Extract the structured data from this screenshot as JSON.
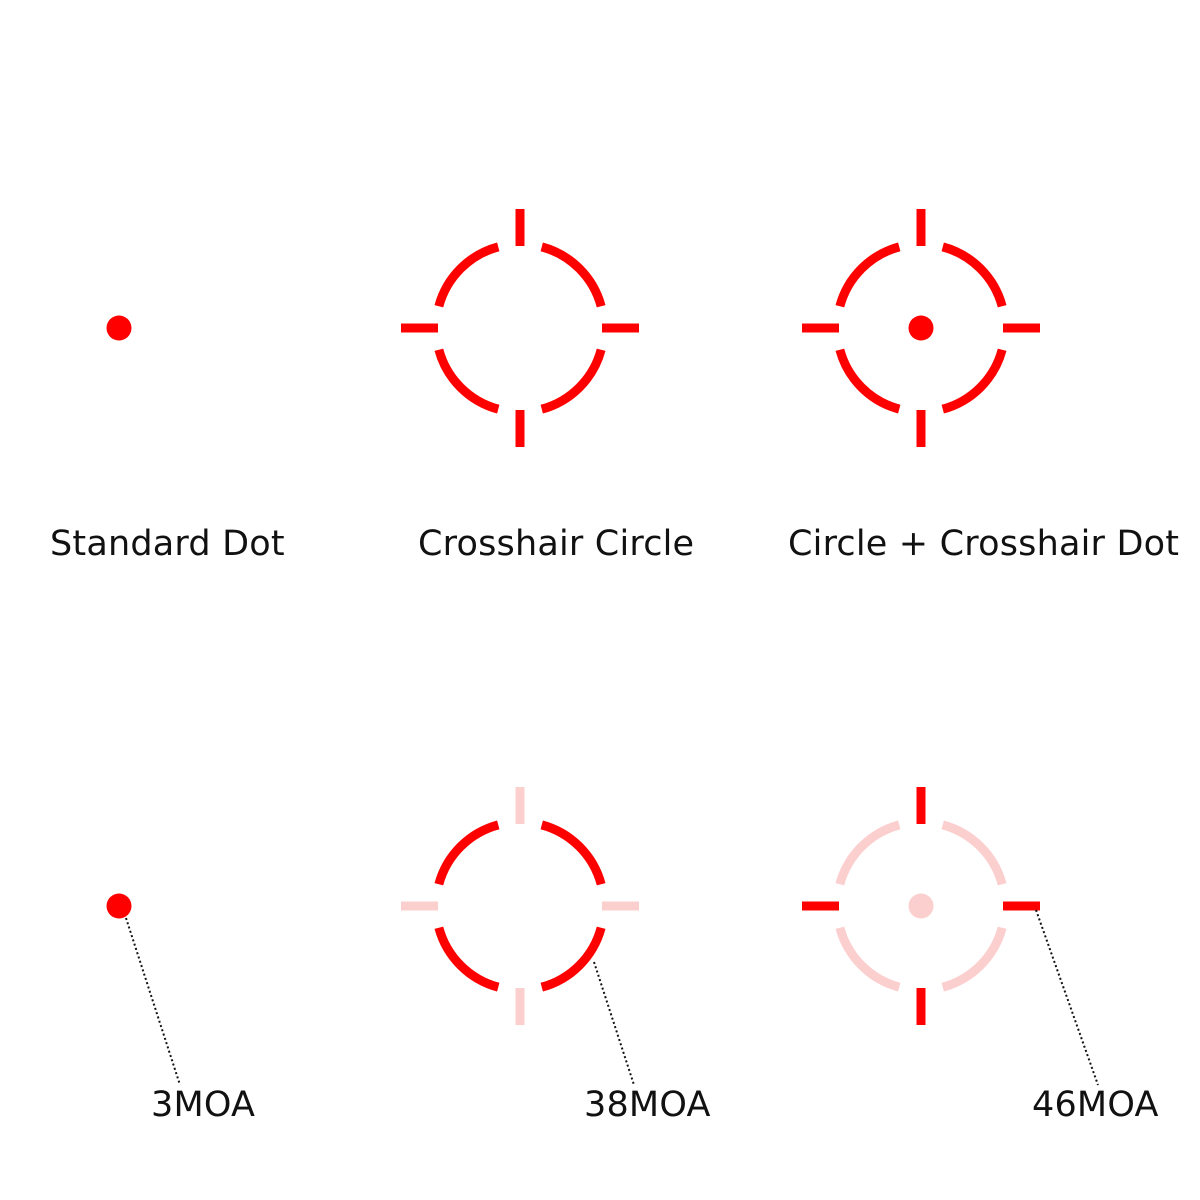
{
  "colors": {
    "active": "#ff0000",
    "inactive": "#fccfcf",
    "leader": "#111111",
    "text": "#111111"
  },
  "reticle_types": [
    {
      "label": "Standard Dot",
      "elements": [
        "center-dot"
      ]
    },
    {
      "label": "Crosshair Circle",
      "elements": [
        "circle-arcs",
        "crosshair-ticks"
      ]
    },
    {
      "label": "Circle + Crosshair Dot",
      "elements": [
        "circle-arcs",
        "crosshair-ticks",
        "center-dot"
      ]
    }
  ],
  "moa_callouts": [
    {
      "label": "3MOA",
      "highlights": "center-dot"
    },
    {
      "label": "38MOA",
      "highlights": "circle-arcs"
    },
    {
      "label": "46MOA",
      "highlights": "crosshair-ticks"
    }
  ]
}
